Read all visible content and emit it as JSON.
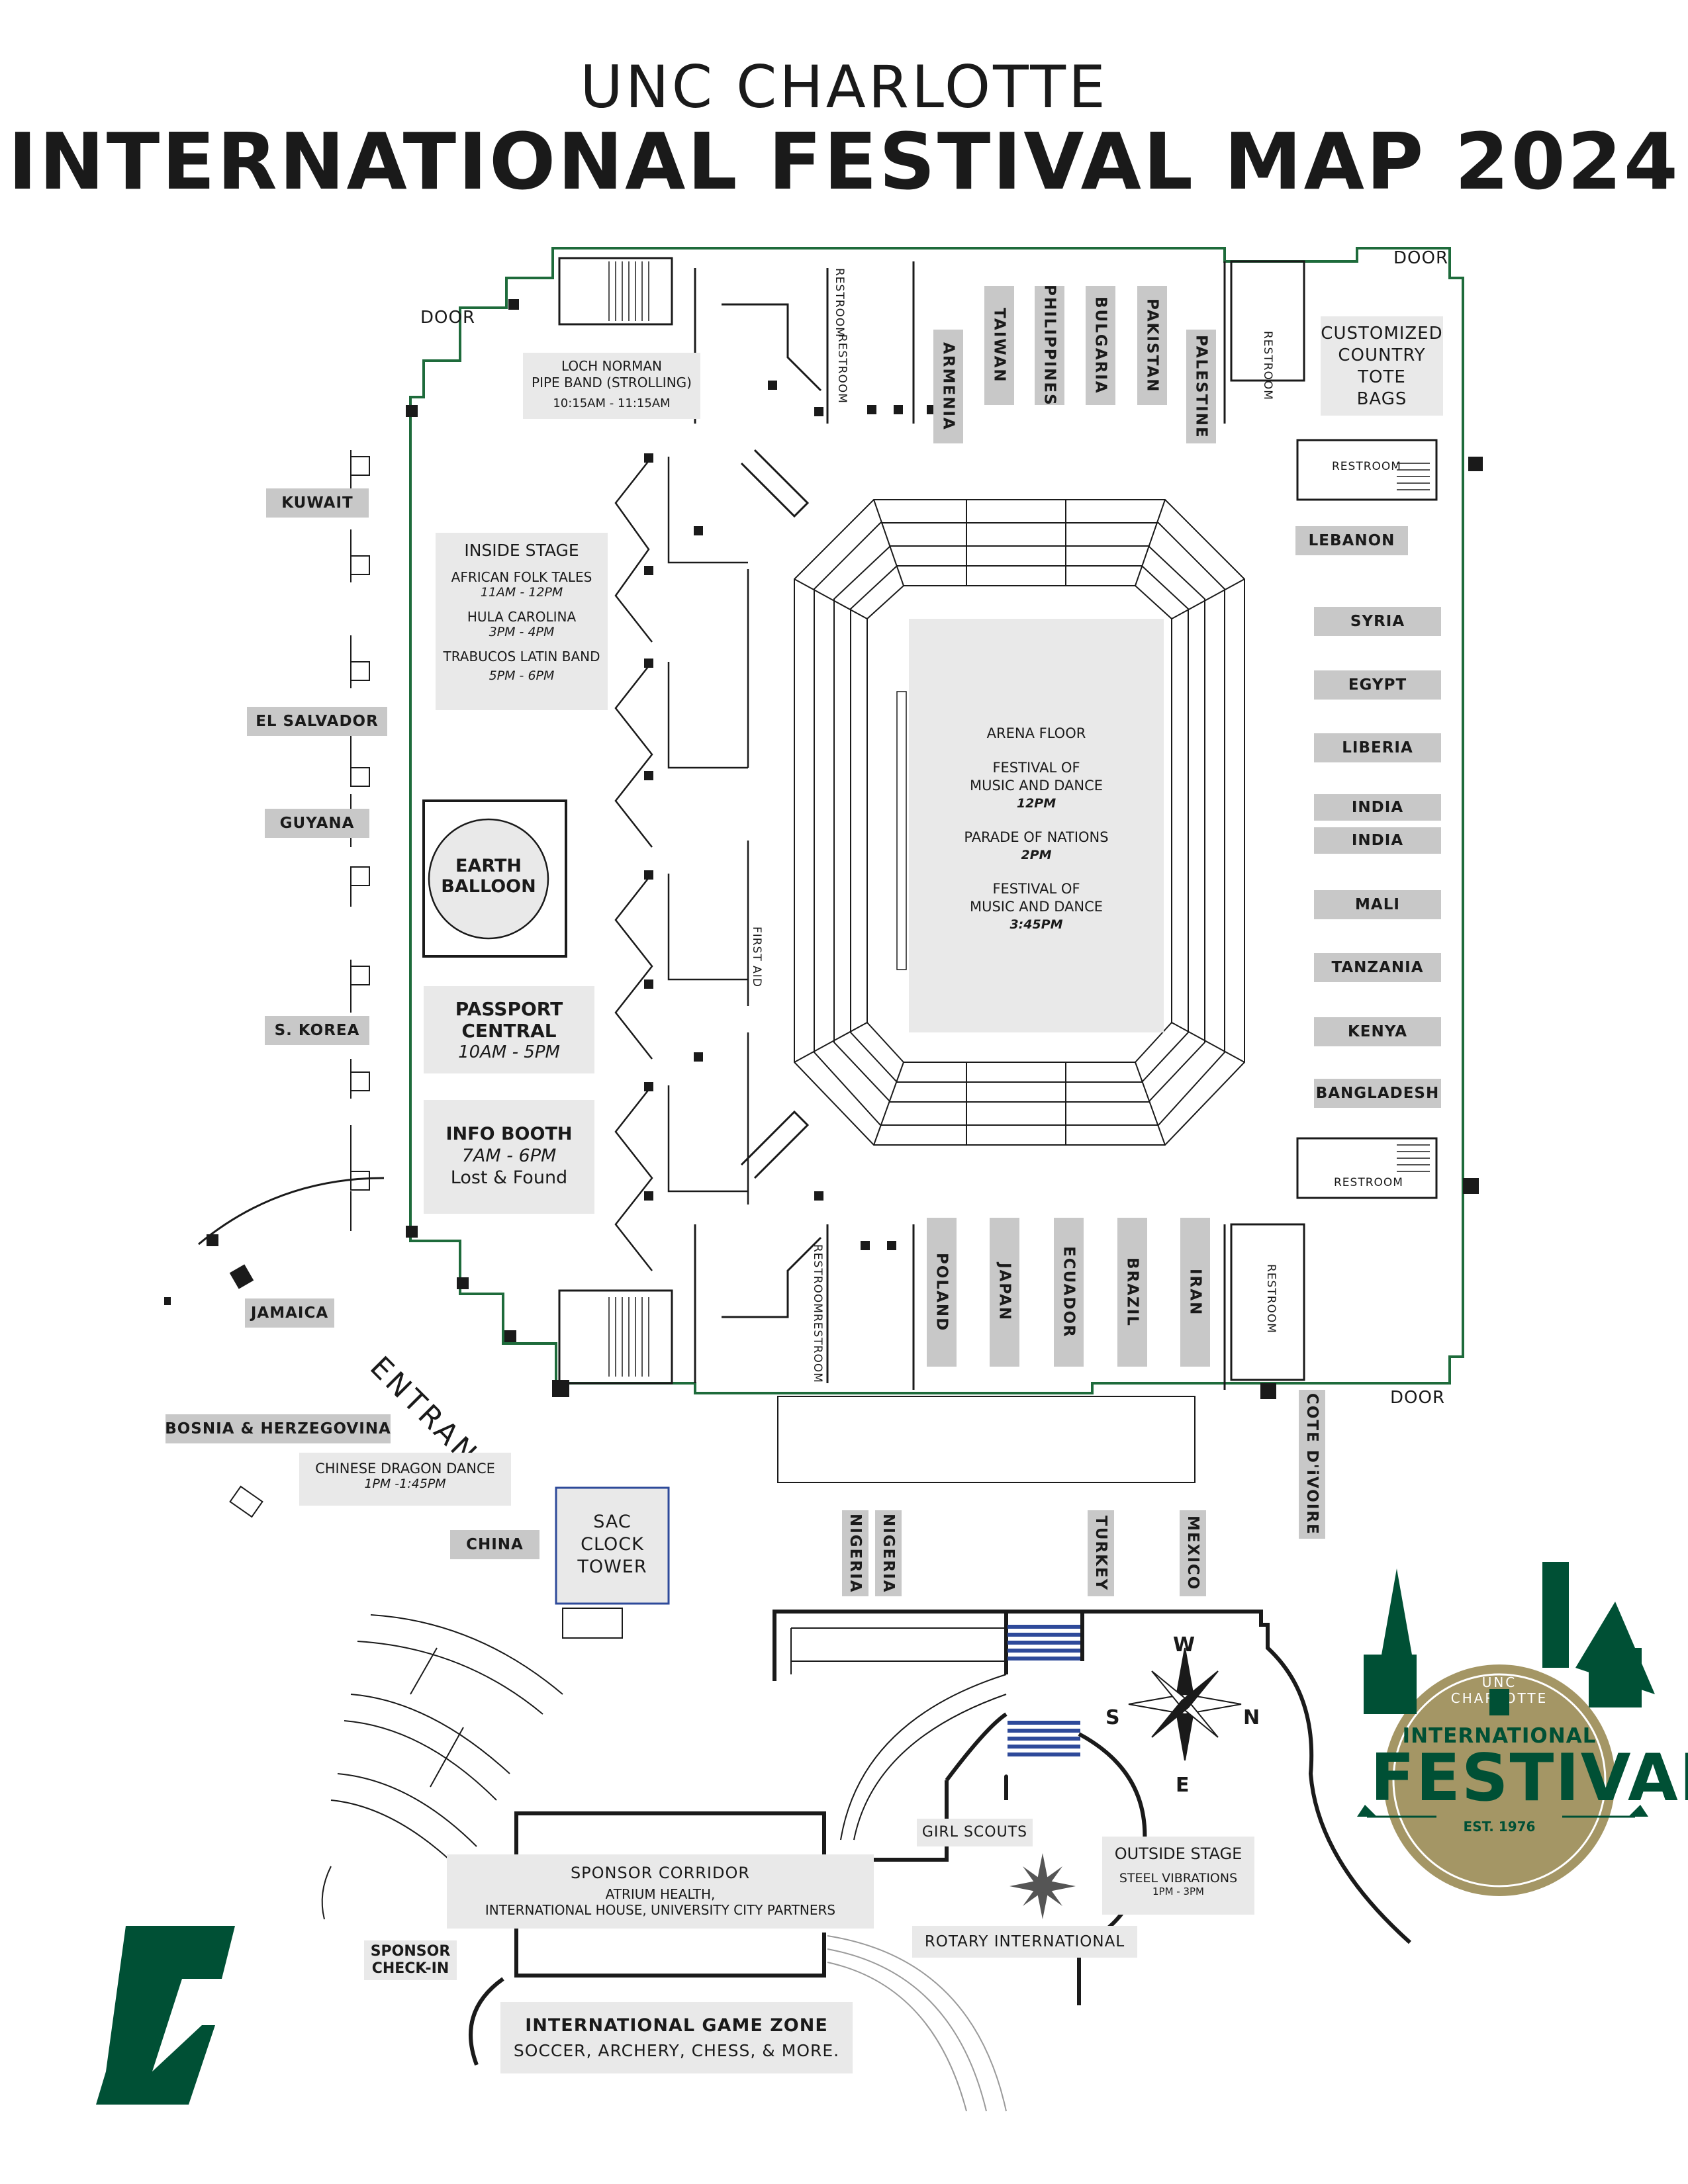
{
  "header": {
    "line1": "UNC CHARLOTTE",
    "line2": "INTERNATIONAL FESTIVAL MAP 2024"
  },
  "colors": {
    "wall": "#1e6b3b",
    "label_bg": "#c8c8c8",
    "info_bg": "#e9e9e9",
    "logo_green": "#005035",
    "logo_gold": "#a49665",
    "tower_blue": "#2e4a9a"
  },
  "doors": {
    "d1": "DOOR",
    "d2": "DOOR",
    "d3": "DOOR"
  },
  "entrance": "ENTRANCE",
  "countries_left": [
    "KUWAIT",
    "EL SALVADOR",
    "GUYANA",
    "S. KOREA",
    "JAMAICA",
    "BOSNIA & HERZEGOVINA",
    "CHINA"
  ],
  "countries_right": [
    "LEBANON",
    "SYRIA",
    "EGYPT",
    "LIBERIA",
    "INDIA",
    "INDIA",
    "MALI",
    "TANZANIA",
    "KENYA",
    "BANGLADESH"
  ],
  "countries_top": [
    "ARMENIA",
    "TAIWAN",
    "PHILIPPINES",
    "BULGARIA",
    "PAKISTAN",
    "PALESTINE"
  ],
  "countries_bottom": [
    "POLAND",
    "JAPAN",
    "ECUADOR",
    "BRAZIL",
    "IRAN"
  ],
  "countries_outside": [
    "COTE D'iVOIRE",
    "NIGERIA",
    "NIGERIA",
    "TURKEY",
    "MEXICO"
  ],
  "tote": {
    "l1": "CUSTOMIZED",
    "l2": "COUNTRY",
    "l3": "TOTE",
    "l4": "BAGS"
  },
  "loch": {
    "l1": "LOCH NORMAN",
    "l2": "PIPE BAND (STROLLING)",
    "time": "10:15AM - 11:15AM"
  },
  "inside_stage": {
    "title": "INSIDE STAGE",
    "a1": "AFRICAN FOLK TALES",
    "t1": "11AM - 12PM",
    "a2": "HULA CAROLINA",
    "t2": "3PM - 4PM",
    "a3": "TRABUCOS LATIN BAND",
    "t3": "5PM - 6PM"
  },
  "earth": {
    "l1": "EARTH",
    "l2": "BALLOON"
  },
  "passport": {
    "l1": "PASSPORT",
    "l2": "CENTRAL",
    "time": "10AM - 5PM"
  },
  "info": {
    "l1": "INFO BOOTH",
    "time": "7AM - 6PM",
    "l3": "Lost & Found"
  },
  "arena": {
    "title": "ARENA FLOOR",
    "e1a": "FESTIVAL OF",
    "e1b": "MUSIC AND DANCE",
    "t1": "12PM",
    "e2": "PARADE OF NATIONS",
    "t2": "2PM",
    "e3a": "FESTIVAL OF",
    "e3b": "MUSIC AND DANCE",
    "t3": "3:45PM"
  },
  "restroom": "RESTROOM",
  "first_aid": "FIRST AID",
  "dragon": {
    "l1": "CHINESE DRAGON DANCE",
    "time": "1PM -1:45PM"
  },
  "clock": {
    "l1": "SAC",
    "l2": "CLOCK",
    "l3": "TOWER"
  },
  "compass": {
    "w": "W",
    "s": "S",
    "n": "N",
    "e": "E"
  },
  "girl_scouts": "GIRL SCOUTS",
  "outside_stage": {
    "title": "OUTSIDE STAGE",
    "act": "STEEL VIBRATIONS",
    "time": "1PM - 3PM"
  },
  "rotary": "ROTARY INTERNATIONAL",
  "sponsor_corridor": {
    "title": "SPONSOR CORRIDOR",
    "l2": "ATRIUM HEALTH,",
    "l3": "INTERNATIONAL HOUSE, UNIVERSITY CITY PARTNERS"
  },
  "sponsor_checkin": {
    "l1": "SPONSOR",
    "l2": "CHECK-IN"
  },
  "game_zone": {
    "title": "INTERNATIONAL GAME ZONE",
    "sub": "SOCCER, ARCHERY, CHESS, & MORE."
  },
  "festival_logo": {
    "arc": "UNC CHARLOTTE",
    "l1": "INTERNATIONAL",
    "l2": "FESTIVAL",
    "est": "EST. 1976"
  }
}
